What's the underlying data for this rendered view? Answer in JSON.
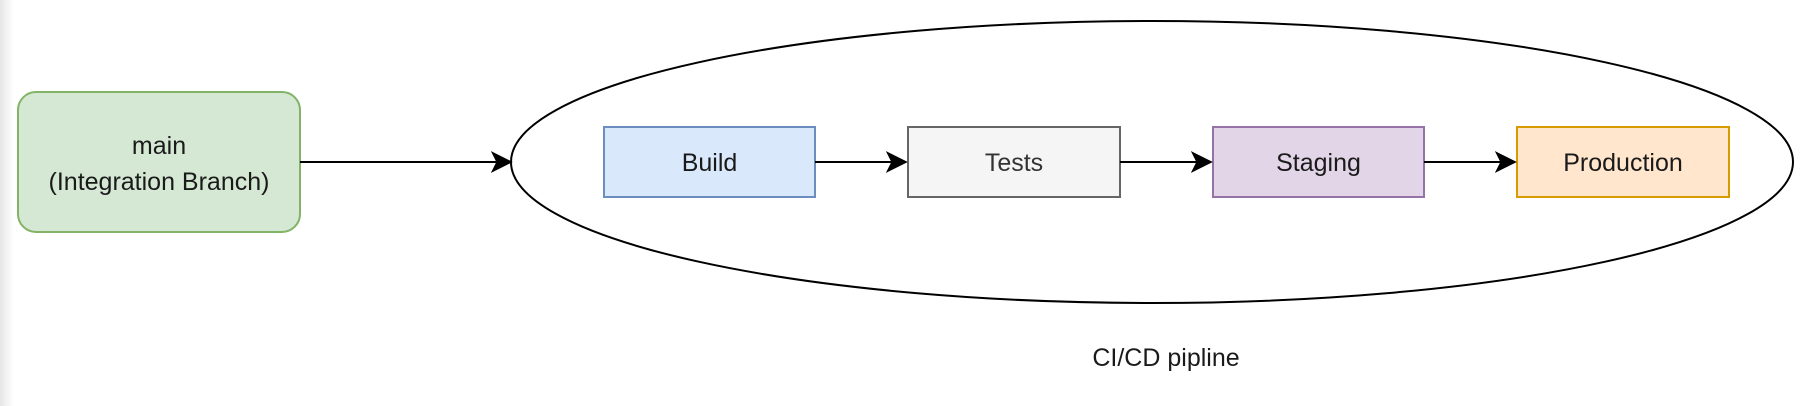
{
  "diagram": {
    "source": {
      "line1": "main",
      "line2": "(Integration Branch)",
      "fill": "#d5e8d4",
      "stroke": "#82b366"
    },
    "pipeline": {
      "label": "CI/CD pipline",
      "stages": [
        {
          "label": "Build",
          "fill": "#dae8fc",
          "stroke": "#6c8ebf"
        },
        {
          "label": "Tests",
          "fill": "#f5f5f5",
          "stroke": "#666666"
        },
        {
          "label": "Staging",
          "fill": "#e1d5e7",
          "stroke": "#9673a6"
        },
        {
          "label": "Production",
          "fill": "#ffe6cc",
          "stroke": "#d79b00"
        }
      ]
    },
    "line_color": "#000000"
  }
}
